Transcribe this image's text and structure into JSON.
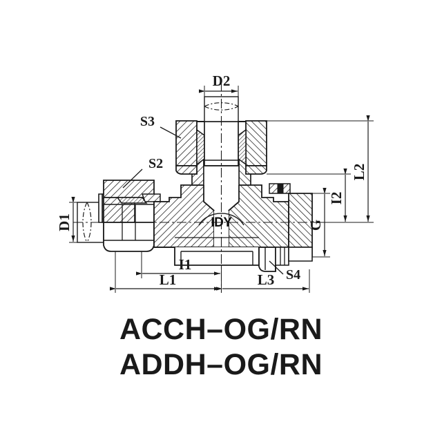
{
  "drawing": {
    "logo": "IDY",
    "background_color": "#ffffff",
    "line_color": "#1a1a1a",
    "hatch_color": "#1a1a1a",
    "dimension_labels": [
      {
        "id": "D2",
        "text": "D2",
        "orientation": "horizontal",
        "position": "top"
      },
      {
        "id": "D1",
        "text": "D1",
        "orientation": "vertical",
        "position": "left"
      },
      {
        "id": "L2",
        "text": "L2",
        "orientation": "vertical",
        "position": "right"
      },
      {
        "id": "I2",
        "text": "I2",
        "orientation": "vertical",
        "position": "right"
      },
      {
        "id": "G",
        "text": "G",
        "orientation": "vertical",
        "position": "right"
      },
      {
        "id": "I1",
        "text": "I1",
        "orientation": "horizontal",
        "position": "bottom"
      },
      {
        "id": "L1",
        "text": "L1",
        "orientation": "horizontal",
        "position": "bottom"
      },
      {
        "id": "L3",
        "text": "L3",
        "orientation": "horizontal",
        "position": "bottom"
      }
    ],
    "leader_labels": [
      {
        "id": "S3",
        "text": "S3",
        "position": "upper-left"
      },
      {
        "id": "S2",
        "text": "S2",
        "position": "mid-left"
      },
      {
        "id": "S4",
        "text": "S4",
        "position": "lower-right"
      }
    ]
  },
  "title": {
    "lines": [
      "ACCH–OG/RN",
      "ADDH–OG/RN"
    ],
    "line1": "ACCH–OG/RN",
    "line2": "ADDH–OG/RN"
  },
  "labels": {
    "D1": "D1",
    "D2": "D2",
    "L1": "L1",
    "L2": "L2",
    "L3": "L3",
    "I1": "I1",
    "I2": "I2",
    "G": "G",
    "S2": "S2",
    "S3": "S3",
    "S4": "S4",
    "logo": "IDY"
  }
}
